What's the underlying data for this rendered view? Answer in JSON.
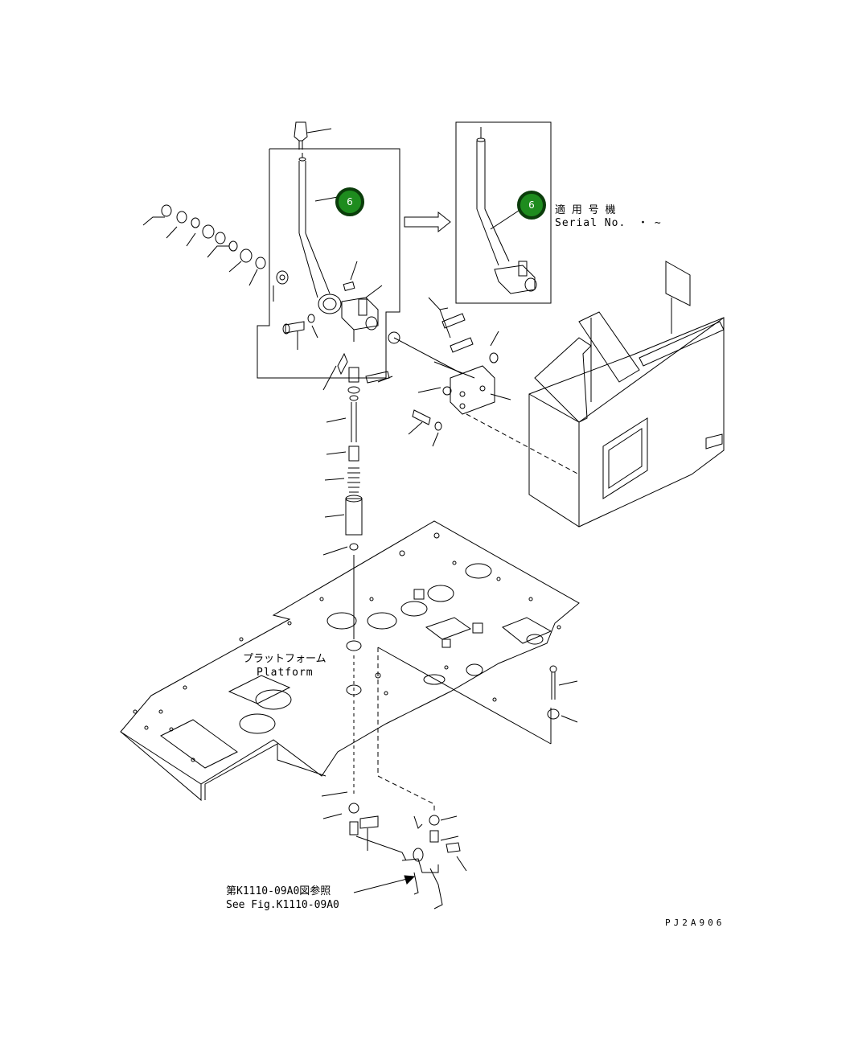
{
  "serial_note": {
    "jp": "適 用 号 機",
    "en": "Serial No.",
    "range": "・ ~"
  },
  "platform_label": {
    "jp": "プラットフォーム",
    "en": "Platform"
  },
  "figure_reference": {
    "jp": "第K1110-09A0図参照",
    "en": "See Fig.K1110-09A0"
  },
  "drawing_code": "PJ2A906",
  "callouts": [
    {
      "label": "6"
    },
    {
      "label": "6"
    }
  ],
  "colors": {
    "callout_fill": "#1e8c1e",
    "callout_ring": "#0b3d0b",
    "line": "#000000"
  }
}
